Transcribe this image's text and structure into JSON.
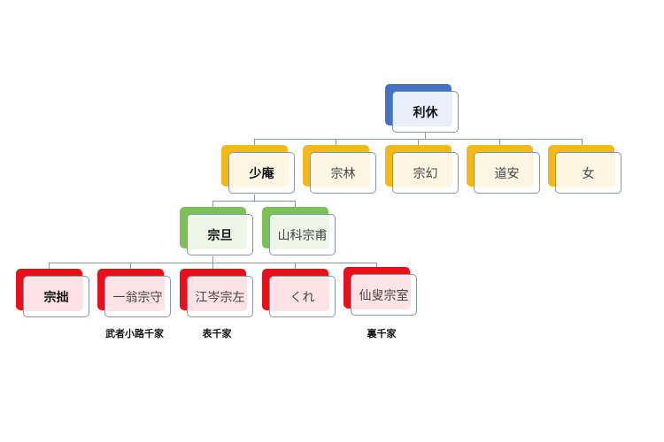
{
  "root": {
    "label": "利休"
  },
  "level1": [
    {
      "label": "少庵"
    },
    {
      "label": "宗林"
    },
    {
      "label": "宗幻"
    },
    {
      "label": "道安"
    },
    {
      "label": "女"
    }
  ],
  "level2": [
    {
      "label": "宗旦"
    },
    {
      "label": "山科宗甫"
    }
  ],
  "level3": [
    {
      "label": "宗拙"
    },
    {
      "label": "一翁宗守",
      "caption": "武者小路千家"
    },
    {
      "label": "江岑宗左",
      "caption": "表千家"
    },
    {
      "label": "くれ"
    },
    {
      "label": "仙叟宗室",
      "caption": "裏千家"
    }
  ],
  "colors": {
    "root": "#4472c4",
    "level1": "#f4b916",
    "level2": "#7dc055",
    "level3": "#e8101a",
    "connector": "#8a96a6"
  }
}
